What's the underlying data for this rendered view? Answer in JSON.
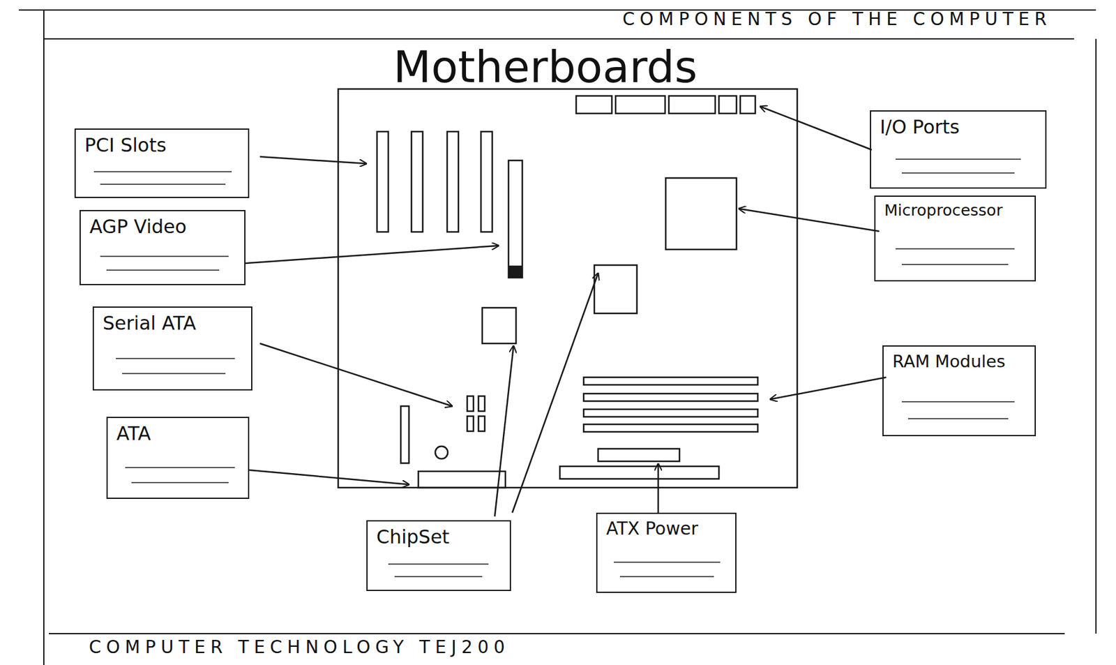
{
  "diagram": {
    "title": "Motherboards",
    "nodes": [
      {
        "text": [
          "PCI Slots"
        ]
      },
      {
        "text": [
          "I/O Ports"
        ]
      },
      {
        "text": [
          "AGP Video"
        ]
      },
      {
        "text": [
          "Microprocessor"
        ]
      },
      {
        "text": [
          "Serial ATA"
        ]
      },
      {
        "text": [
          "RAM Modules"
        ]
      },
      {
        "text": [
          "ATA"
        ]
      },
      {
        "text": [
          "ChipSet"
        ]
      },
      {
        "text": [
          "ATX Power"
        ]
      }
    ],
    "labels": [
      "COMPONENTS OF THE COMPUTER",
      "COMPUTER TECHNOLOGY TEJ200"
    ]
  }
}
